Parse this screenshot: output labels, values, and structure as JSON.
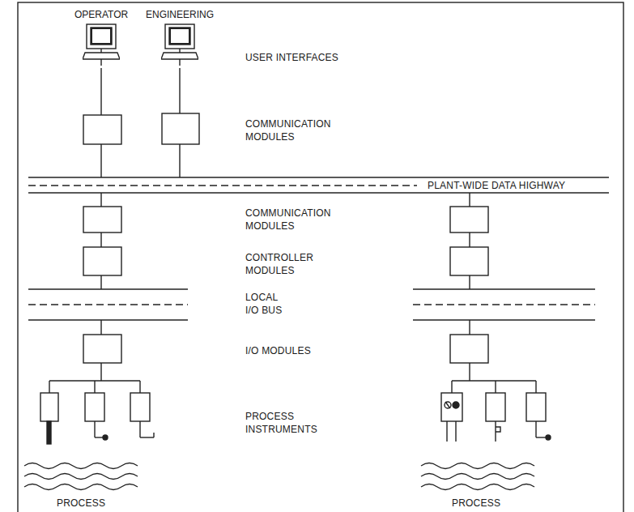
{
  "diagram": {
    "nodes": [
      {
        "text": [
          "OPERATOR"
        ]
      },
      {
        "text": [
          "ENGINEERING"
        ]
      }
    ],
    "labels": [
      "USER INTERFACES",
      "COMMUNICATION MODULES",
      "PLANT-WIDE DATA HIGHWAY",
      "COMMUNICATION MODULES",
      "CONTROLLER MODULES",
      "LOCAL I/O BUS",
      "I/O MODULES",
      "PROCESS INSTRUMENTS",
      "PROCESS",
      "PROCESS"
    ]
  }
}
